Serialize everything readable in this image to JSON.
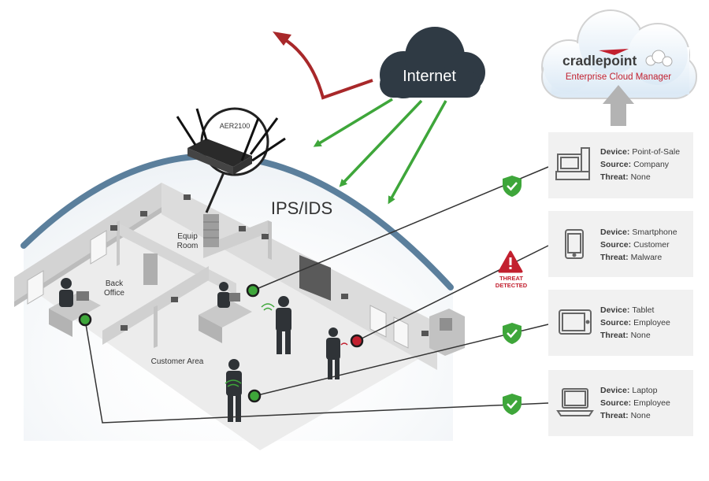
{
  "internet_label": "Internet",
  "ips_label": "IPS/IDS",
  "router_label": "AER2100",
  "room_labels": {
    "equip_line1": "Equip",
    "equip_line2": "Room",
    "back_line1": "Back",
    "back_line2": "Office",
    "customer_area": "Customer Area"
  },
  "threat_badge": {
    "line1": "THREAT",
    "line2": "DETECTED"
  },
  "ecm": {
    "brand": "cradlepoint",
    "subtitle": "Enterprise Cloud Manager"
  },
  "devices": [
    {
      "icon": "pos-terminal-icon",
      "labels": {
        "device": "Device:",
        "source": "Source:",
        "threat": "Threat:"
      },
      "device": "Point-of-Sale",
      "source": "Company",
      "threat": "None",
      "status": "safe"
    },
    {
      "icon": "smartphone-icon",
      "labels": {
        "device": "Device:",
        "source": "Source:",
        "threat": "Threat:"
      },
      "device": "Smartphone",
      "source": "Customer",
      "threat": "Malware",
      "status": "threat"
    },
    {
      "icon": "tablet-icon",
      "labels": {
        "device": "Device:",
        "source": "Source:",
        "threat": "Threat:"
      },
      "device": "Tablet",
      "source": "Employee",
      "threat": "None",
      "status": "safe"
    },
    {
      "icon": "laptop-icon",
      "labels": {
        "device": "Device:",
        "source": "Source:",
        "threat": "Threat:"
      },
      "device": "Laptop",
      "source": "Employee",
      "threat": "None",
      "status": "safe"
    }
  ],
  "colors": {
    "safe_green": "#3ea63a",
    "threat_red": "#c2202f",
    "cloud_dark": "#2f3a44",
    "arrow_red": "#a8282a",
    "dome_blue": "#5b7f9c",
    "panel_bg": "#f1f1f1",
    "line_dark": "#333333"
  }
}
